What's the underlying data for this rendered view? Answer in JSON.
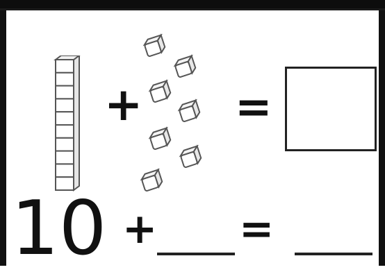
{
  "equation_top": {
    "plus": "+",
    "equals": "="
  },
  "equation_bottom": {
    "tens_value": "10",
    "plus": "+",
    "equals": "="
  },
  "base_ten": {
    "tens_rods": 1,
    "ones_cubes": 7
  },
  "colors": {
    "ink": "#111111",
    "frame": "#111111",
    "block_stroke": "#555555"
  }
}
